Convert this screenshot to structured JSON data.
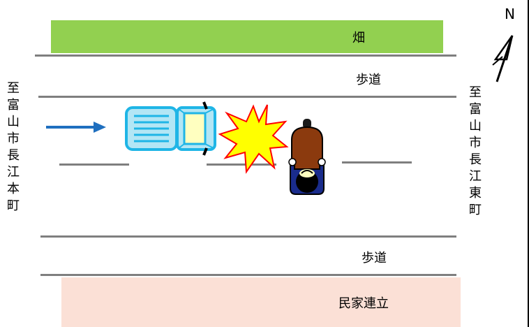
{
  "labels": {
    "field": "畑",
    "sidewalk_top": "歩道",
    "sidewalk_bottom": "歩道",
    "houses": "民家連立",
    "north": "N",
    "west_direction": "至富山市長江本町",
    "east_direction": "至富山市長江東町"
  },
  "colors": {
    "field": "#92d050",
    "houses": "#fbe0d6",
    "road_lines": "#7f7f7f",
    "arrow": "#1f6fbf",
    "car_body": "#b3e6f5",
    "car_outline": "#1fb5e6",
    "car_front": "#ffffc0",
    "impact_fill": "#ffff00",
    "impact_outline": "#ff0000",
    "motorcycle_body": "#8b3a0e",
    "rider_jacket": "#1a2c8c",
    "rider_helmet": "#000000"
  }
}
